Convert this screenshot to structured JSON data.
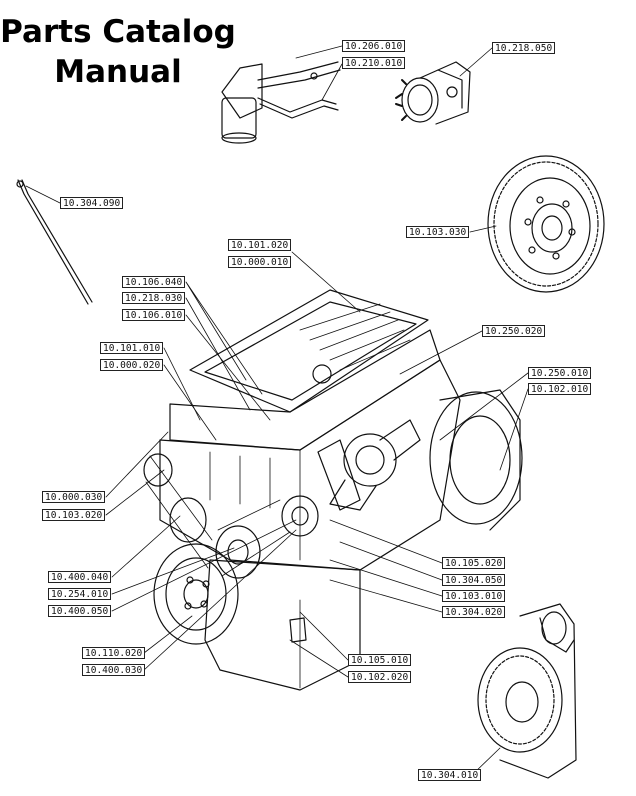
{
  "title": {
    "line1": "Parts Catalog",
    "line2": "Manual"
  },
  "callouts": [
    "10.206.010",
    "10.210.010",
    "10.218.050",
    "10.304.090",
    "10.103.030",
    "10.101.020",
    "10.000.010",
    "10.106.040",
    "10.218.030",
    "10.106.010",
    "10.250.020",
    "10.101.010",
    "10.000.020",
    "10.250.010",
    "10.102.010",
    "10.000.030",
    "10.103.020",
    "10.105.020",
    "10.304.050",
    "10.400.040",
    "10.254.010",
    "10.103.010",
    "10.400.050",
    "10.304.020",
    "10.110.020",
    "10.400.030",
    "10.105.010",
    "10.102.020",
    "10.304.010"
  ]
}
